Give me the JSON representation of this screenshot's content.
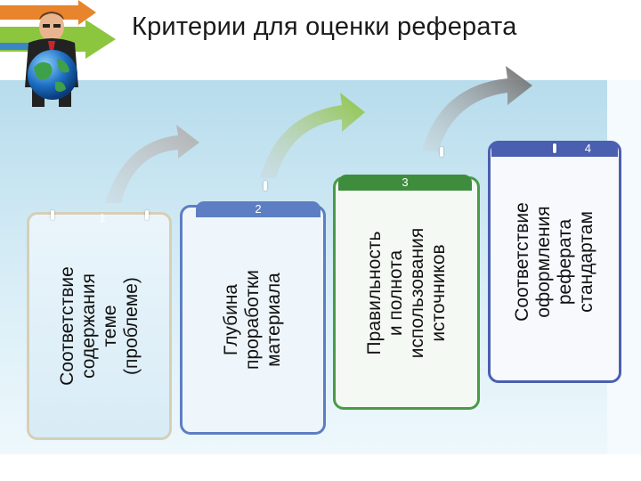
{
  "title": "Критерии для оценки реферата",
  "steps": [
    {
      "number": "1",
      "lines": [
        "Соответствие",
        "содержания",
        "теме",
        "(проблеме)"
      ]
    },
    {
      "number": "2",
      "lines": [
        "Глубина",
        "проработки",
        "материала"
      ]
    },
    {
      "number": "3",
      "lines": [
        "Правильность",
        "и полнота",
        "использования",
        "источников"
      ]
    },
    {
      "number": "4",
      "lines": [
        "Соответствие",
        "оформления",
        "реферата",
        "стандартам"
      ]
    }
  ],
  "colors": {
    "step1_border": "#d6cfb6",
    "step2_border": "#5d7ec3",
    "step3_border": "#4a9a48",
    "step4_border": "#4a5fb0",
    "arrow_green": "#8cc63f",
    "background": "#cfe8f3"
  },
  "icons": [
    "globe-icon",
    "businessman-icon",
    "arrow-icon"
  ]
}
